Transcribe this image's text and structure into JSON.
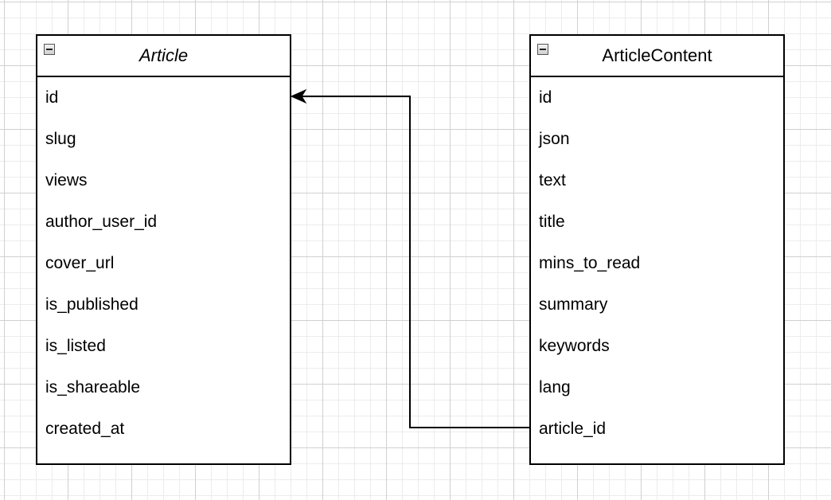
{
  "entities": [
    {
      "title": "Article",
      "fields": [
        "id",
        "slug",
        "views",
        "author_user_id",
        "cover_url",
        "is_published",
        "is_listed",
        "is_shareable",
        "created_at"
      ]
    },
    {
      "title": "ArticleContent",
      "fields": [
        "id",
        "json",
        "text",
        "title",
        "mins_to_read",
        "summary",
        "keywords",
        "lang",
        "article_id"
      ]
    }
  ],
  "relations": [
    {
      "from_entity": "ArticleContent",
      "from_field": "article_id",
      "to_entity": "Article",
      "to_field": "id"
    }
  ],
  "colors": {
    "line": "#000000",
    "grid_major": "#d0d0d0",
    "grid_minor": "#ececec",
    "background": "#ffffff"
  }
}
